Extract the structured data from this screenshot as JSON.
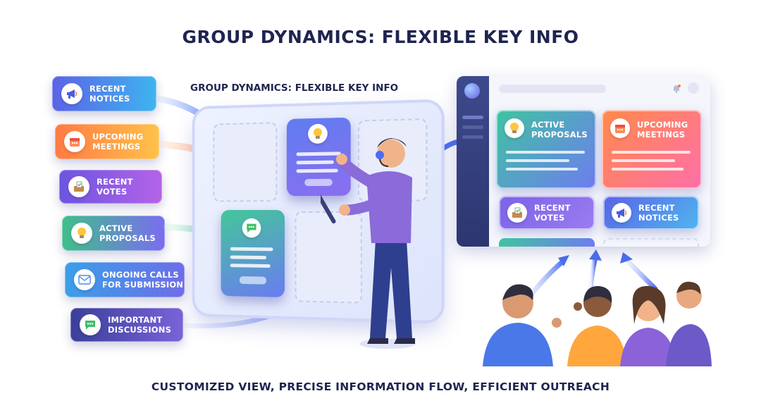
{
  "title": "GROUP DYNAMICS: FLEXIBLE KEY INFO",
  "subtitle": "CUSTOMIZED VIEW, PRECISE INFORMATION FLOW, EFFICIENT OUTREACH",
  "board": {
    "heading": "GROUP DYNAMICS: FLEXIBLE KEY INFO"
  },
  "left_items": [
    {
      "label": "RECENT\nNOTICES",
      "icon": "megaphone-icon",
      "color_a": "#5b63e6",
      "color_b": "#3fb4f0"
    },
    {
      "label": "UPCOMING\nMEETINGS",
      "icon": "calendar-icon",
      "color_a": "#ff7a45",
      "color_b": "#ffc24a"
    },
    {
      "label": "RECENT\nVOTES",
      "icon": "ballot-box-icon",
      "color_a": "#6b55e0",
      "color_b": "#b463e8"
    },
    {
      "label": "ACTIVE\nPROPOSALS",
      "icon": "lightbulb-icon",
      "color_a": "#3fbf8a",
      "color_b": "#7b6cf0"
    },
    {
      "label": "ONGOING CALLS\nFOR SUBMISSION",
      "icon": "envelope-icon",
      "color_a": "#3b9fe8",
      "color_b": "#6e6de8"
    },
    {
      "label": "IMPORTANT\nDISCUSSIONS",
      "icon": "chat-bubble-icon",
      "color_a": "#3a3f9a",
      "color_b": "#7a63d8"
    }
  ],
  "window_cards": {
    "active_proposals": {
      "label": "ACTIVE\nPROPOSALS",
      "icon": "lightbulb-icon",
      "color_a": "#3fc4a0",
      "color_b": "#6f7cf0"
    },
    "upcoming_meetings": {
      "label": "UPCOMING\nMEETINGS",
      "icon": "calendar-icon",
      "color_a": "#ff8a4a",
      "color_b": "#ff6fa8"
    },
    "recent_votes": {
      "label": "RECENT\nVOTES",
      "icon": "ballot-box-icon",
      "color_a": "#7a63e8",
      "color_b": "#9b7cf0"
    },
    "recent_notices": {
      "label": "RECENT\nNOTICES",
      "icon": "megaphone-icon",
      "color_a": "#5a63e6",
      "color_b": "#4fb6f0"
    }
  },
  "colors": {
    "title": "#1f2450",
    "board": "#e4e9fb",
    "window_sidebar": "#33407c"
  }
}
